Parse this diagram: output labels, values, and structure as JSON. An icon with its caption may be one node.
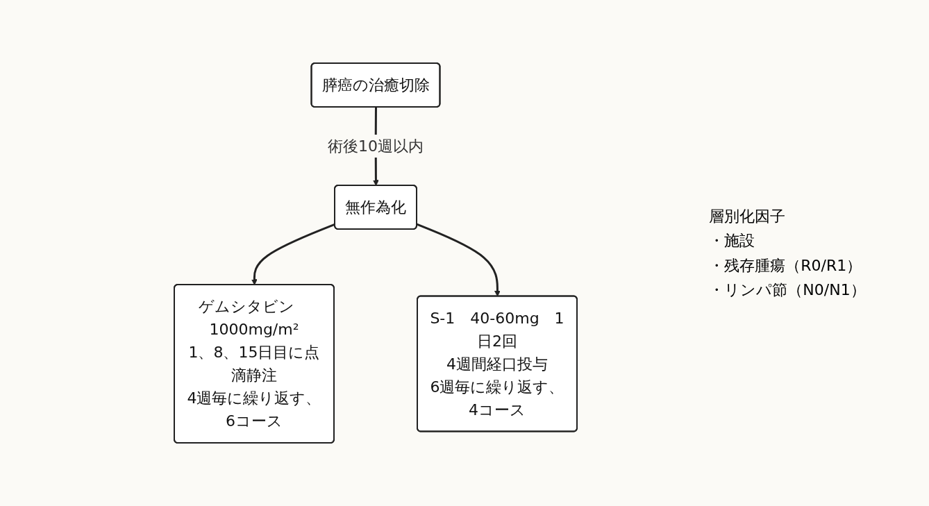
{
  "diagram": {
    "nodes": [
      {
        "text": [
          "膵癌の治癒切除"
        ]
      },
      {
        "text": [
          "無作為化"
        ]
      },
      {
        "text": [
          "ゲムシタビン　1000mg/m²",
          "1、8、15日目に点滴静注",
          "4週毎に繰り返す、6コース"
        ]
      },
      {
        "text": [
          "S-1　40-60mg　1日2回",
          "4週間経口投与",
          "6週毎に繰り返す、4コース"
        ]
      }
    ],
    "edges": [
      {
        "from": 0,
        "to": 1,
        "arrow": "to",
        "label": "術後10週以内"
      },
      {
        "from": 1,
        "to": 2,
        "arrow": "to"
      },
      {
        "from": 1,
        "to": 3,
        "arrow": "to"
      }
    ],
    "labels": [
      "層別化因子",
      "・施設",
      "・残存腫瘍（R0/R1）",
      "・リンパ節（N0/N1）"
    ]
  }
}
